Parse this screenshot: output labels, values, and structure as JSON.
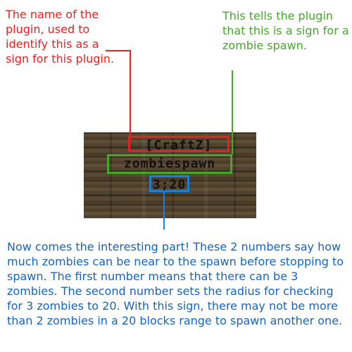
{
  "annotations": {
    "plugin_name": "The name of the plugin, used to identify this as a sign for this plugin.",
    "zombie_spawn": "This tells the plugin that this is a sign for a zombie spawn.",
    "numbers": "Now comes the interesting part! These 2 numbers say how much zombies can be near to the spawn before stopping to spawn. The first number means that there can be 3 zombies. The second number sets the radius for checking for 3 zombies to 20. With this sign, there may not be more than 2 zombies in a 20 blocks range to spawn another one."
  },
  "sign": {
    "line1": "[CraftZ]",
    "line2": "zombiespawn",
    "line3": "3;20"
  },
  "colors": {
    "red": "#e8201e",
    "green": "#46a82a",
    "blue": "#1a7fd6",
    "wood": "#4d3f2b"
  }
}
